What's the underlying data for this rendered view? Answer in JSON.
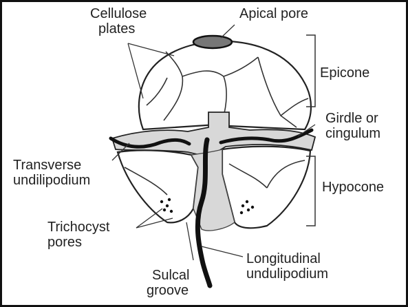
{
  "labels": {
    "cellulose_plates": [
      "Cellulose",
      "plates"
    ],
    "apical_pore": "Apical pore",
    "epicone": "Epicone",
    "girdle": [
      "Girdle or",
      "cingulum"
    ],
    "transverse": [
      "Transverse",
      "undilipodium"
    ],
    "hypocone": "Hypocone",
    "trichocyst": [
      "Trichocyst",
      "pores"
    ],
    "sulcal": [
      "Sulcal",
      "groove"
    ],
    "longitudinal": [
      "Longitudinal",
      "undulipodium"
    ]
  }
}
